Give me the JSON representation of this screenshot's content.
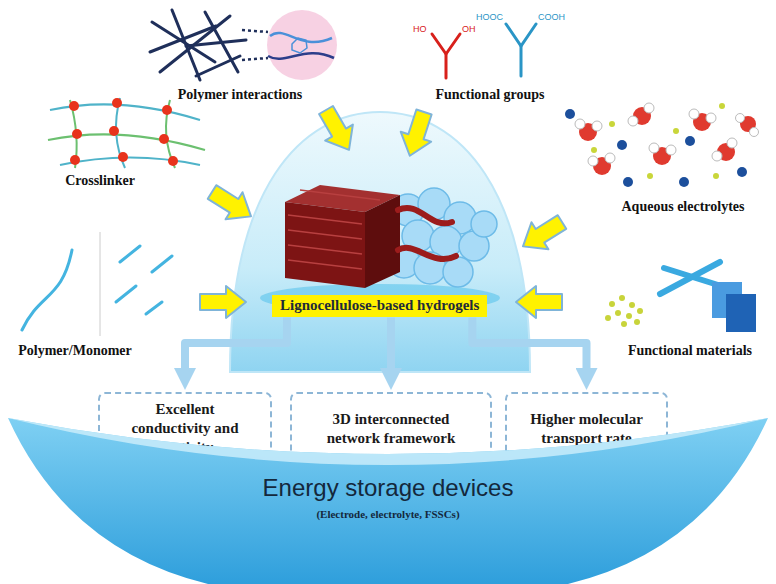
{
  "diagram": {
    "nodes": [
      {
        "text": [
          "Lignocellulose-based hydrogels"
        ]
      },
      {
        "text": [
          "Excellent conductivity and elasticity"
        ]
      },
      {
        "text": [
          "3D interconnected network framework"
        ]
      },
      {
        "text": [
          "Higher molecular transport rate"
        ]
      },
      {
        "text": [
          "Energy storage devices",
          "(Electrode, electrolyte, FSSCs)"
        ]
      }
    ],
    "edges": [
      {
        "from": 0,
        "to": 1,
        "arrow": "to"
      },
      {
        "from": 0,
        "to": 2,
        "arrow": "to"
      },
      {
        "from": 0,
        "to": 3,
        "arrow": "to"
      }
    ],
    "labels": [
      "Polymer interactions",
      "Functional groups",
      "HO",
      "OH",
      "HOOC",
      "COOH",
      "Crosslinker",
      "Aqueous electrolytes",
      "Polymer/Monomer",
      "Functional materials"
    ]
  }
}
